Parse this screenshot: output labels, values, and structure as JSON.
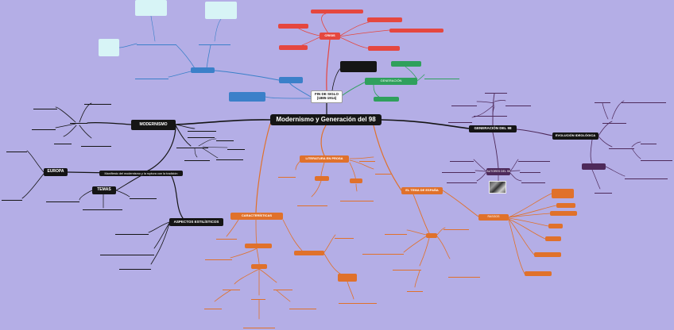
{
  "colors": {
    "background": "#b4aee6",
    "black": "#151515",
    "red": "#e5473f",
    "orange": "#e0712b",
    "green": "#2fa05c",
    "blue": "#3b80c9",
    "purple": "#4e2a5a",
    "cyan": "#d7f4f6"
  },
  "central": "Modernismo y Generación del 98",
  "fin_de_siglo": "FIN DE SIGLO\n(1885-1914)",
  "nodes": {
    "modernismo": "MODERNISMO",
    "generacion98": "GENERACIÓN DEL 98",
    "europa": "EUROPA",
    "temas": "TEMAS",
    "aspectos_estilisticos": "ASPECTOS ESTILÍSTICOS",
    "literatura_prosa": "LITERATURA EN PROSA",
    "generacion_tema": "EL TEMA DE ESPAÑA",
    "evolucion_ideologica": "EVOLUCIÓN IDEOLÓGICA",
    "autores_98": "AUTORES DEL 98",
    "caracteristicas": "CARACTERÍSTICAS",
    "rasgos": "RASGOS",
    "crisis": "CRISIS",
    "generacion_label": "GENERACIÓN",
    "ruptura": "Manifiesto del modernismo y la ruptura con la tradición"
  }
}
